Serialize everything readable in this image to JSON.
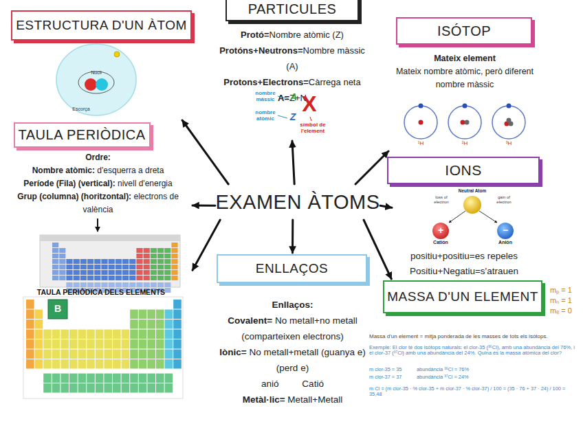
{
  "diagram": {
    "nodes": [
      {
        "text": [
          "ESTRUCTURA D'UN ÀTOM"
        ]
      },
      {
        "text": [
          "PARTICULES",
          "Protó=Nombre atòmic (Z)",
          "Protóns+Neutrons=Nombre màssic (A)",
          "Protons+Electrons=Càrrega neta",
          "A=Z+N"
        ]
      },
      {
        "text": [
          "ISÓTOP",
          "Mateix element",
          "Mateix nombre atòmic, però diferent nombre màssic"
        ]
      },
      {
        "text": [
          "TAULA PERIÒDICA",
          "Ordre:",
          "Nombre atòmic: d'esquerra a dreta",
          "Període (Fila) (vertical): nivell d'energia",
          "Grup (columna) (horitzontal): electrons de valència"
        ]
      },
      {
        "text": [
          "EXAMEN ÀTOMS"
        ]
      },
      {
        "text": [
          "IONS",
          "positiu+positiu=es repeles",
          "Positiu+Negatiu=s'atrauen"
        ]
      },
      {
        "text": [
          "ENLLAÇOS",
          "Enllaços:",
          "Covalent= No metall+no metall (comparteixen electrons)",
          "Iònic= No metall+metall (guanya e) (perd e)",
          "anió Catió",
          "Metàl·lic= Metall+Metall"
        ]
      },
      {
        "text": [
          "MASSA D'UN ELEMENT"
        ]
      }
    ],
    "edges": [
      {
        "from": 4,
        "to": 0,
        "arrow": "to"
      },
      {
        "from": 4,
        "to": 1,
        "arrow": "to"
      },
      {
        "from": 4,
        "to": 2,
        "arrow": "to"
      },
      {
        "from": 4,
        "to": 3,
        "arrow": "to"
      },
      {
        "from": 4,
        "to": 3,
        "arrow": "to"
      },
      {
        "from": 4,
        "to": 6,
        "arrow": "to"
      },
      {
        "from": 4,
        "to": 5,
        "arrow": "to"
      },
      {
        "from": 4,
        "to": 7,
        "arrow": "to"
      }
    ],
    "labels": [
      "Nucli",
      "Escorça",
      "nombre màssic",
      "A",
      "nombre atòmic",
      "Z",
      "X",
      "símbol de l'element",
      "¹H",
      "²H",
      "³H",
      "Neutral Atom",
      "loss of electron",
      "gain of electron",
      "+",
      "−",
      "Catión",
      "Anión",
      "TAULA PERIÒDICA DELS ELEMENTS",
      "B",
      "mₚ = 1",
      "mₙ = 1",
      "mₑ = 0",
      "Massa d'un element = mitja ponderada de les masses de tots els isòtops.",
      "Exemple: El clor té dos isòtops naturals: el clor-35 (³⁵Cl), amb una abundància del 76%, i el clor-37 (³⁷Cl) amb una abundància del 24%. Quina és la massa atòmica del clor?",
      "m clor-35 = 35",
      "m clor-37 = 37",
      "abundància ³⁵Cl = 76%",
      "abundància ³⁷Cl = 24%",
      "m Cl = (m clor-35 · % clor-35 + m clor-37 · % clor-37) / 100 = (35 · 76 + 37 · 24) / 100 = 35,48"
    ]
  }
}
